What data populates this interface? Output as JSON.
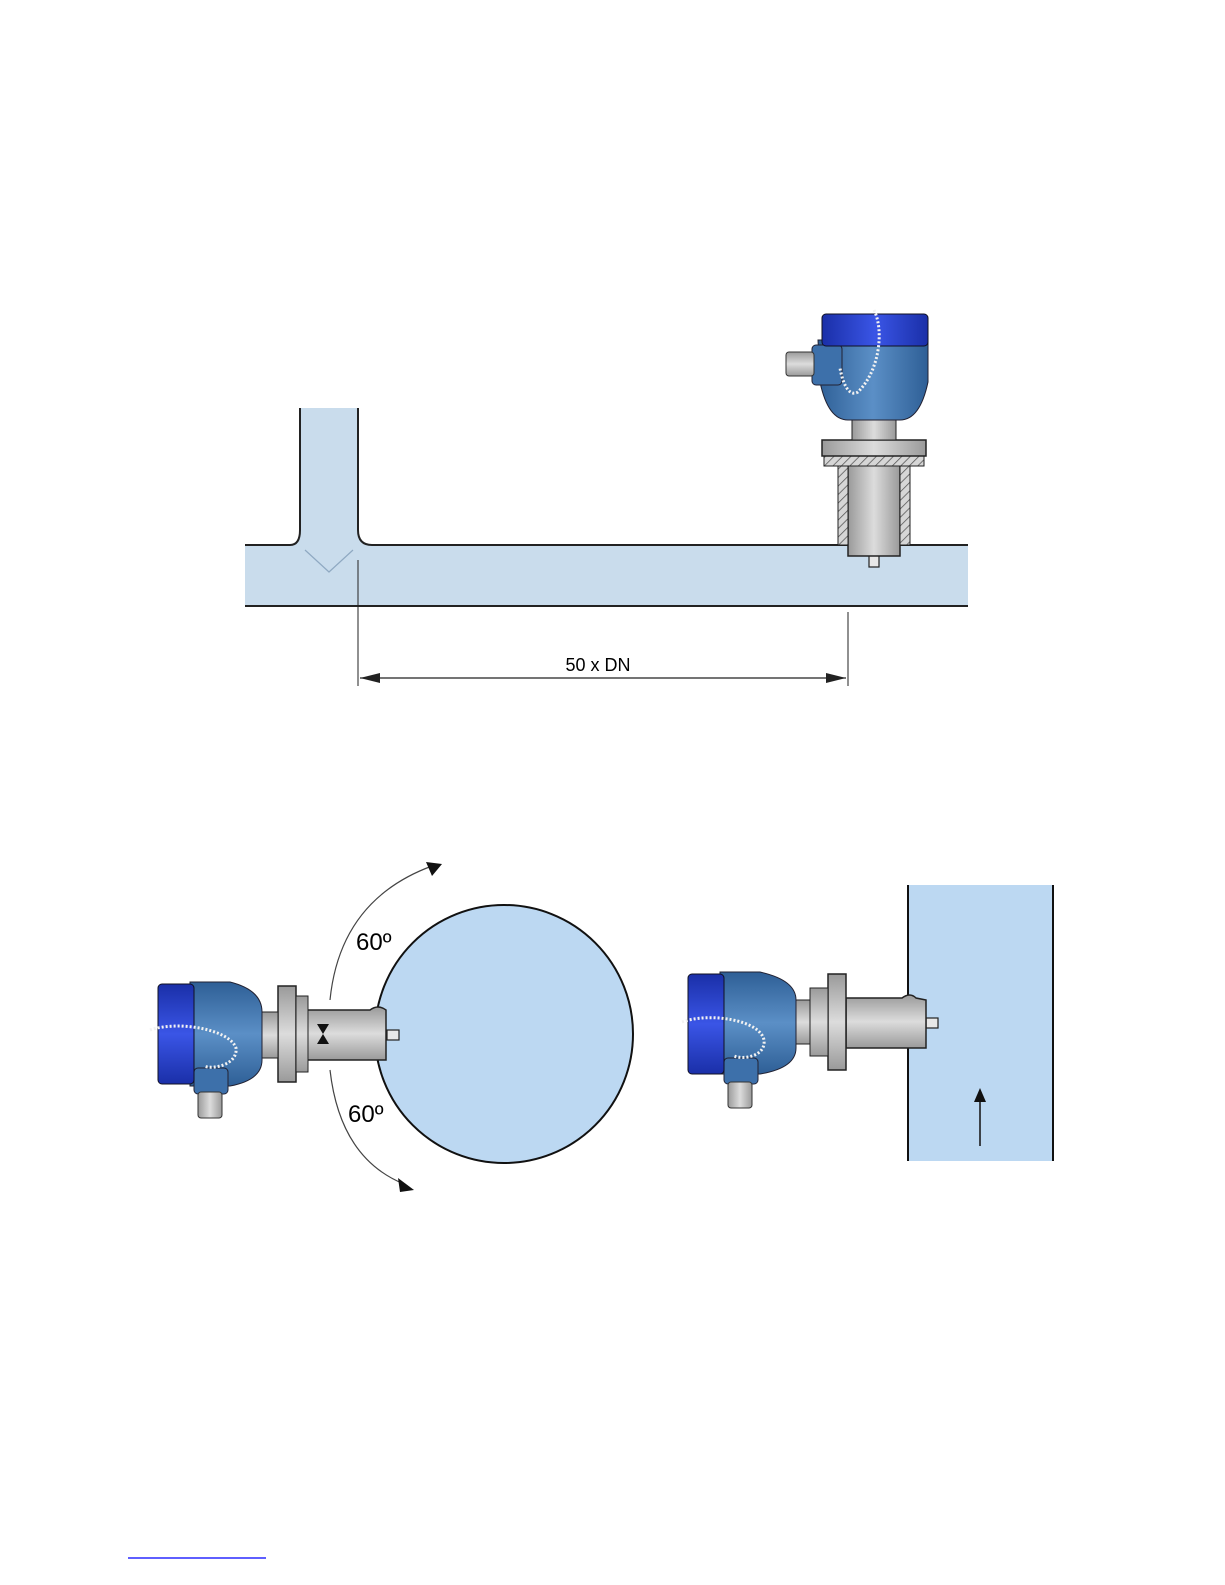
{
  "diagram": {
    "distance_label": "50 x DN",
    "angle_upper_label": "60º",
    "angle_lower_label": "60º"
  },
  "colors": {
    "fluid": "#c9dcec",
    "fluid_round": "#bcd8f2",
    "housing_blue": "#3a6fa8",
    "cap_blue": "#1f3fc8",
    "metal": "#bdbdbd",
    "outline": "#222222"
  }
}
